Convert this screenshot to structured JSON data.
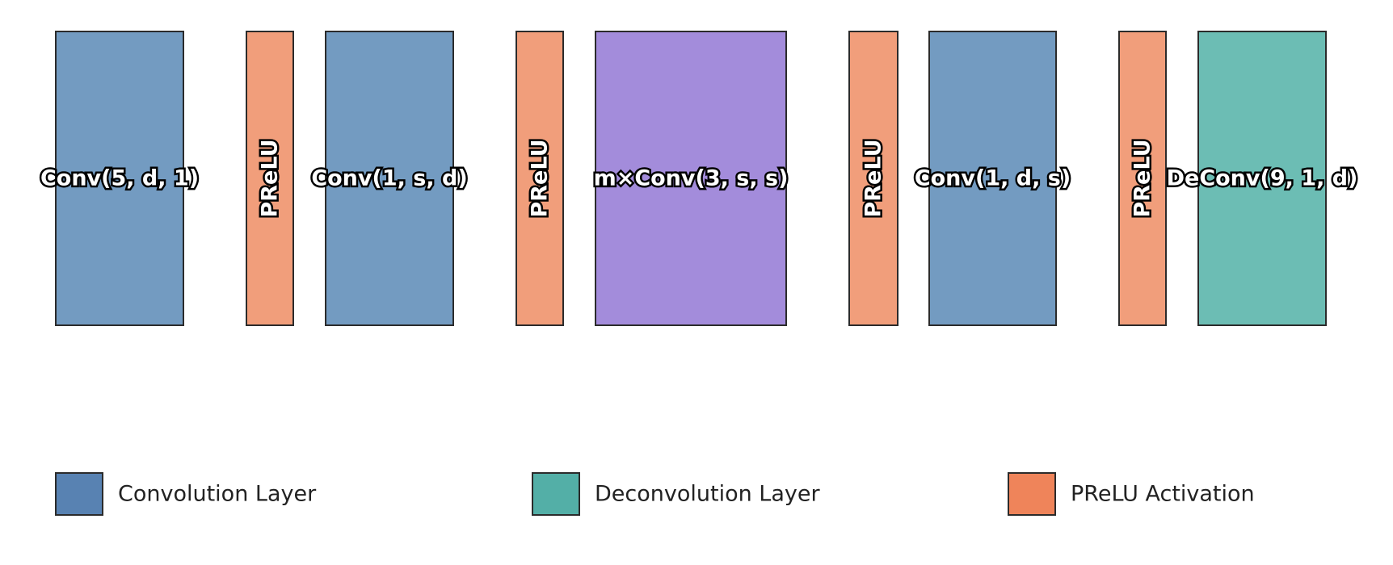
{
  "colors": {
    "conv": "#739bc1",
    "prelu": "#f19e7b",
    "mconv": "#a38cdb",
    "deconv": "#6cbdb4",
    "legend_conv": "#5882b2",
    "legend_deconv": "#53afa7",
    "legend_prelu": "#ef845a"
  },
  "blocks": [
    {
      "label": "Conv(5, d, 1)",
      "kind": "conv"
    },
    {
      "label": "PReLU",
      "kind": "prelu"
    },
    {
      "label": "Conv(1, s, d)",
      "kind": "conv"
    },
    {
      "label": "PReLU",
      "kind": "prelu"
    },
    {
      "label": "m×Conv(3, s, s)",
      "kind": "mconv"
    },
    {
      "label": "PReLU",
      "kind": "prelu"
    },
    {
      "label": "Conv(1, d, s)",
      "kind": "conv"
    },
    {
      "label": "PReLU",
      "kind": "prelu"
    },
    {
      "label": "DeConv(9, 1, d)",
      "kind": "deconv"
    }
  ],
  "legend": [
    {
      "label": "Convolution Layer",
      "kind": "conv"
    },
    {
      "label": "Deconvolution Layer",
      "kind": "deconv"
    },
    {
      "label": "PReLU Activation",
      "kind": "prelu"
    }
  ]
}
